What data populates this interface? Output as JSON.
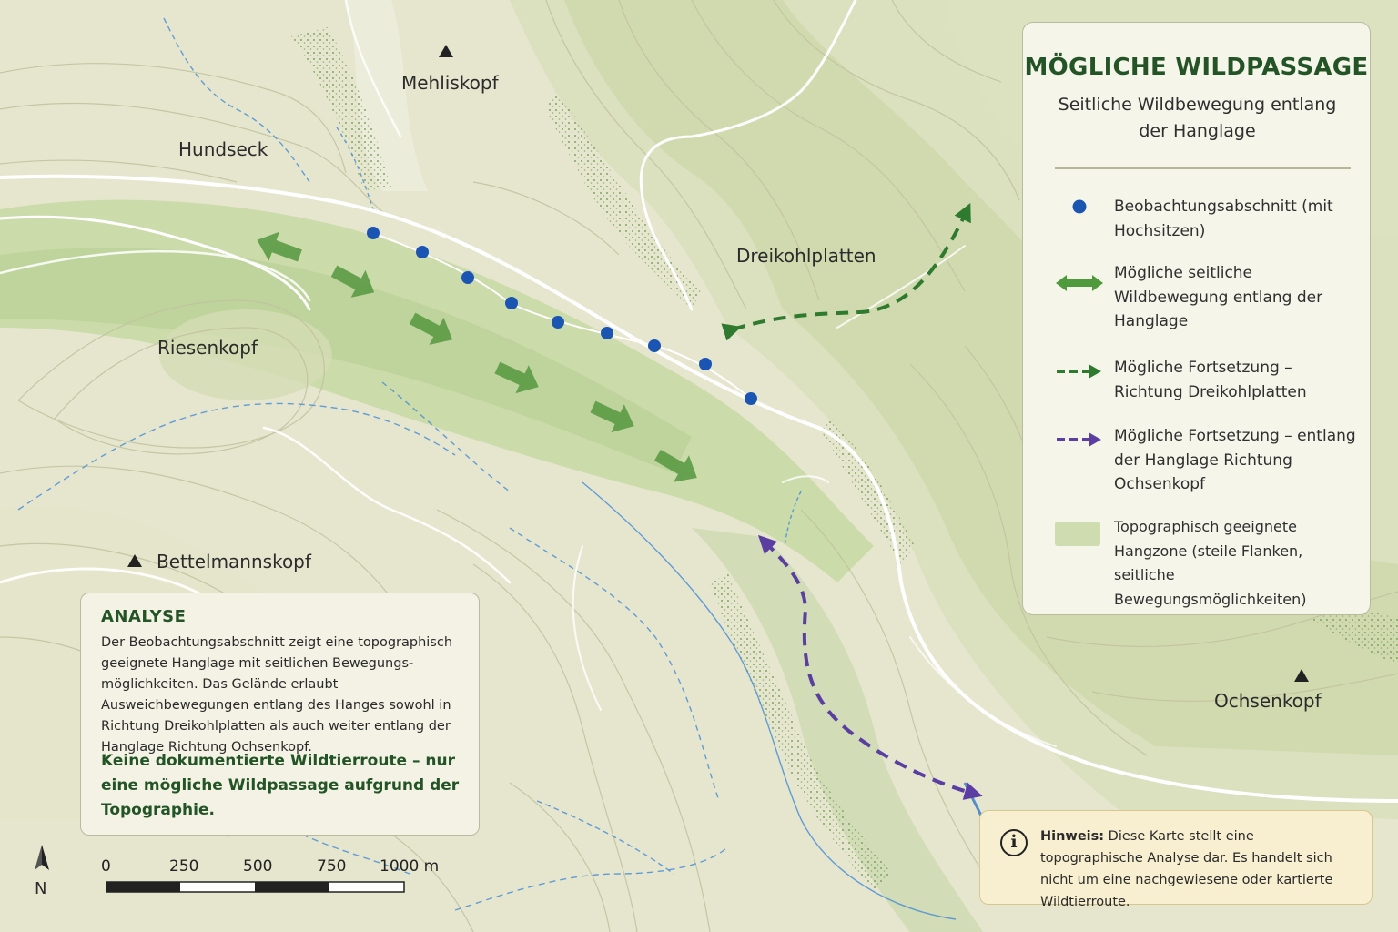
{
  "map": {
    "places": {
      "mehliskopf": "Mehliskopf",
      "hundseck": "Hundseck",
      "dreikohlplatten": "Dreikohlplatten",
      "riesenkopf": "Riesenkopf",
      "bettelmannskopf": "Bettelmannskopf",
      "ochsenkopf": "Ochsenkopf"
    },
    "colors": {
      "observation_dot": "#1a55b5",
      "movement_green": "#5b9a45",
      "continuation_dark_green": "#2e7a2e",
      "continuation_purple": "#5a3ea3",
      "water": "#4a8fd6",
      "slope_zone": "#c9d9a8"
    }
  },
  "legend": {
    "title": "MÖGLICHE WILDPASSAGE",
    "subtitle": "Seitliche Wildbewegung entlang der Hanglage",
    "items": [
      {
        "symbol": "blue-dot-icon",
        "label": "Beobachtungsabschnitt (mit Hochsitzen)"
      },
      {
        "symbol": "double-arrow-icon",
        "label": "Mögliche seitliche Wildbewegung entlang der Hanglage"
      },
      {
        "symbol": "green-dashed-arrow-icon",
        "label": "Mögliche Fortsetzung – Richtung Dreikohlplatten"
      },
      {
        "symbol": "purple-dashed-arrow-icon",
        "label": "Mögliche Fortsetzung – entlang der Hanglage Richtung Ochsenkopf"
      },
      {
        "symbol": "slope-zone-swatch",
        "label": "Topographisch geeignete Hangzone (steile Flanken, seitliche Bewegungsmöglichkeiten)"
      }
    ]
  },
  "analysis": {
    "title": "ANALYSE",
    "text": "Der Beobachtungsabschnitt zeigt eine topographisch geeignete Hanglage mit seitlichen Bewegungs-möglichkeiten. Das Gelände erlaubt Ausweichbewegungen entlang des Hanges sowohl in Richtung Dreikohlplatten als auch weiter entlang der Hanglage Richtung Ochsenkopf.",
    "note": "Keine dokumentierte Wildtierroute – nur eine mögliche Wildpassage aufgrund der Topographie."
  },
  "hint": {
    "label": "Hinweis:",
    "text": "Diese Karte stellt eine topographische Analyse dar. Es handelt sich nicht um eine nachgewiesene oder kartierte Wildtierroute."
  },
  "scale": {
    "labels": [
      "0",
      "250",
      "500",
      "750",
      "1000 m"
    ]
  },
  "north": "N"
}
